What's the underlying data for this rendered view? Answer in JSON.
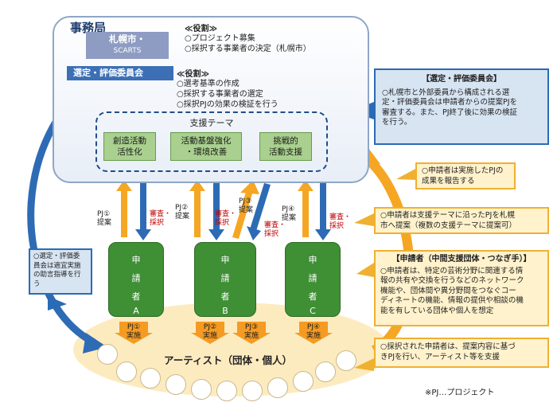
{
  "secretariat": {
    "title": "事務局",
    "sapporo_line1": "札幌市・",
    "sapporo_line2": "SCARTS",
    "role_title": "≪役割≫",
    "roles": [
      "○プロジェクト募集",
      "○採択する事業者の決定（札幌市）"
    ]
  },
  "committee": {
    "title": "選定・評価委員会",
    "role_title": "≪役割≫",
    "roles": [
      "○選考基準の作成",
      "○採択する事業者の選定",
      "○採択PJの効果の検証を行う"
    ]
  },
  "themes": {
    "title": "支援テーマ",
    "items": [
      {
        "line1": "創造活動",
        "line2": "活性化"
      },
      {
        "line1": "活動基盤強化",
        "line2": "・環境改善"
      },
      {
        "line1": "挑戦的",
        "line2": "活動支援"
      }
    ]
  },
  "proposals": [
    {
      "line1": "PJ①",
      "line2": "提案"
    },
    {
      "line1": "PJ②",
      "line2": "提案"
    },
    {
      "line1": "PJ③",
      "line2": "提案"
    },
    {
      "line1": "PJ④",
      "line2": "提案"
    }
  ],
  "review_label": {
    "line1": "審査・",
    "line2": "採択"
  },
  "applicants": [
    {
      "c1": "申",
      "c2": "請",
      "c3": "者",
      "letter": "A"
    },
    {
      "c1": "申",
      "c2": "請",
      "c3": "者",
      "letter": "B"
    },
    {
      "c1": "申",
      "c2": "請",
      "c3": "者",
      "letter": "C"
    }
  ],
  "implementations": [
    {
      "line1": "PJ①",
      "line2": "実施"
    },
    {
      "line1": "PJ②",
      "line2": "実施"
    },
    {
      "line1": "PJ③",
      "line2": "実施"
    },
    {
      "line1": "PJ④",
      "line2": "実施"
    }
  ],
  "artists_label": "アーティスト（団体・個人）",
  "note": "※PJ…プロジェクト",
  "callouts": {
    "committee_title": "【選定・評価委員会】",
    "committee_lines": [
      "○札幌市と外部委員から構成される選",
      "定・評価委員会は申請者からの提案PJを",
      "審査する。また、PJ終了後に効果の検証",
      "を行う。"
    ],
    "report_lines": [
      "○申請者は実施したPJの",
      "成果を報告する"
    ],
    "propose_lines": [
      "○申請者は支援テーマに沿ったPJを札幌",
      "市へ提案（複数の支援テーマに提案可）"
    ],
    "applicant_title": "【申請者（中間支援団体・つなぎ手）】",
    "applicant_lines": [
      "○申請者は、特定の芸術分野に関連する情",
      "報の共有や交換を行うなどのネットワーク",
      "機能や、団体間や異分野間をつなぐコー",
      "ディネートの機能、情報の提供や相談の機",
      "能を有している団体や個人を想定"
    ],
    "implement_lines": [
      "○採択された申請者は、提案内容に基づ",
      "きPJを行い、アーティスト等を支援"
    ],
    "advice_lines": [
      "○選定・評価委",
      "員会は適宜実施",
      "の助言指導を行",
      "う"
    ]
  },
  "colors": {
    "blue_arrow": "#2e6bb5",
    "orange_arrow": "#f5a623",
    "applicant_green": "#3f8f35",
    "theme_green": "#a9d08e",
    "artist_fill": "#fdebc0"
  }
}
